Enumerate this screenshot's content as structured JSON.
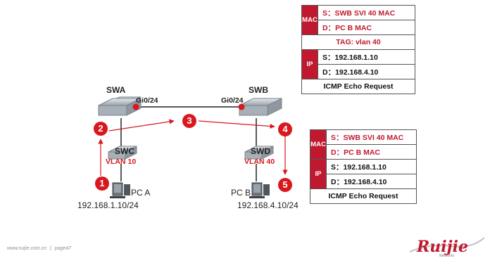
{
  "top_packet": {
    "mac_label": "MAC",
    "src": "S：SWB SVI 40 MAC",
    "dst": "D：PC B MAC",
    "tag": "TAG: vlan 40",
    "ip_label": "IP",
    "ip_src_label": "S：",
    "ip_src": "192.168.1.10",
    "ip_dst_label": "D：",
    "ip_dst": "192.168.4.10",
    "payload": "ICMP Echo Request"
  },
  "bottom_packet": {
    "mac_label": "MAC",
    "src": "S：SWB SVI 40 MAC",
    "dst": "D：PC B MAC",
    "ip_label": "IP",
    "ip_src_label": "S：",
    "ip_src": "192.168.1.10",
    "ip_dst_label": "D：",
    "ip_dst": "192.168.4.10",
    "payload": "ICMP Echo Request"
  },
  "devices": {
    "swa": "SWA",
    "swb": "SWB",
    "swc": "SWC",
    "swd": "SWD",
    "pca": "PC A",
    "pcb": "PC B",
    "pca_ip": "192.168.1.10/24",
    "pcb_ip": "192.168.4.10/24"
  },
  "ports": {
    "swa_port": "Gi0/24",
    "swb_port": "Gi0/24"
  },
  "vlans": {
    "swc_vlan": "VLAN 10",
    "swd_vlan": "VLAN 40"
  },
  "steps": [
    "1",
    "2",
    "3",
    "4",
    "5"
  ],
  "footer": {
    "url": "www.ruijie.com.cn",
    "sep": "|",
    "page": "page47",
    "logo": "Ruijie",
    "logo_sub": "Networks"
  },
  "colors": {
    "accent": "#d8181f",
    "mac_ip_cell": "#c0192f"
  }
}
